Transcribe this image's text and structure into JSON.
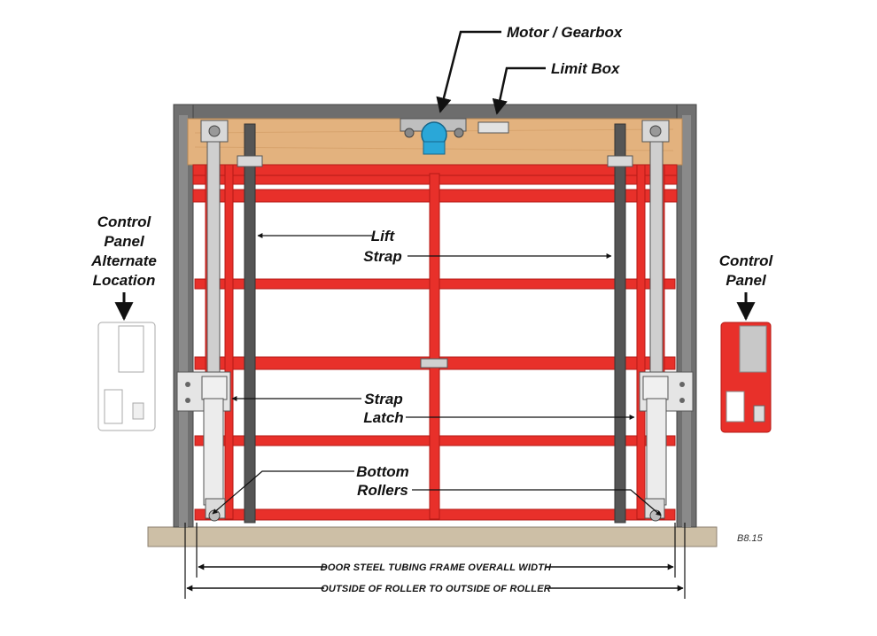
{
  "figure_code": "B8.15",
  "labels": {
    "motor": "Motor / Gearbox",
    "limit_box": "Limit Box",
    "control_panel_alt": [
      "Control",
      "Panel",
      "Alternate",
      "Location"
    ],
    "control_panel": [
      "Control",
      "Panel"
    ],
    "lift_strap": [
      "Lift",
      "Strap"
    ],
    "strap_latch": [
      "Strap",
      "Latch"
    ],
    "bottom_rollers": [
      "Bottom",
      "Rollers"
    ]
  },
  "dimensions": {
    "frame_width": "DOOR STEEL TUBING FRAME OVERALL WIDTH",
    "roller_width": "OUTSIDE OF ROLLER TO OUTSIDE OF ROLLER"
  },
  "colors": {
    "door_frame": "#e8302a",
    "door_frame_dark": "#b51a16",
    "steel": "#6d6d6d",
    "header_wood": "#e3b27e",
    "motor": "#2aa7d8",
    "floor": "#cdbfa6"
  }
}
